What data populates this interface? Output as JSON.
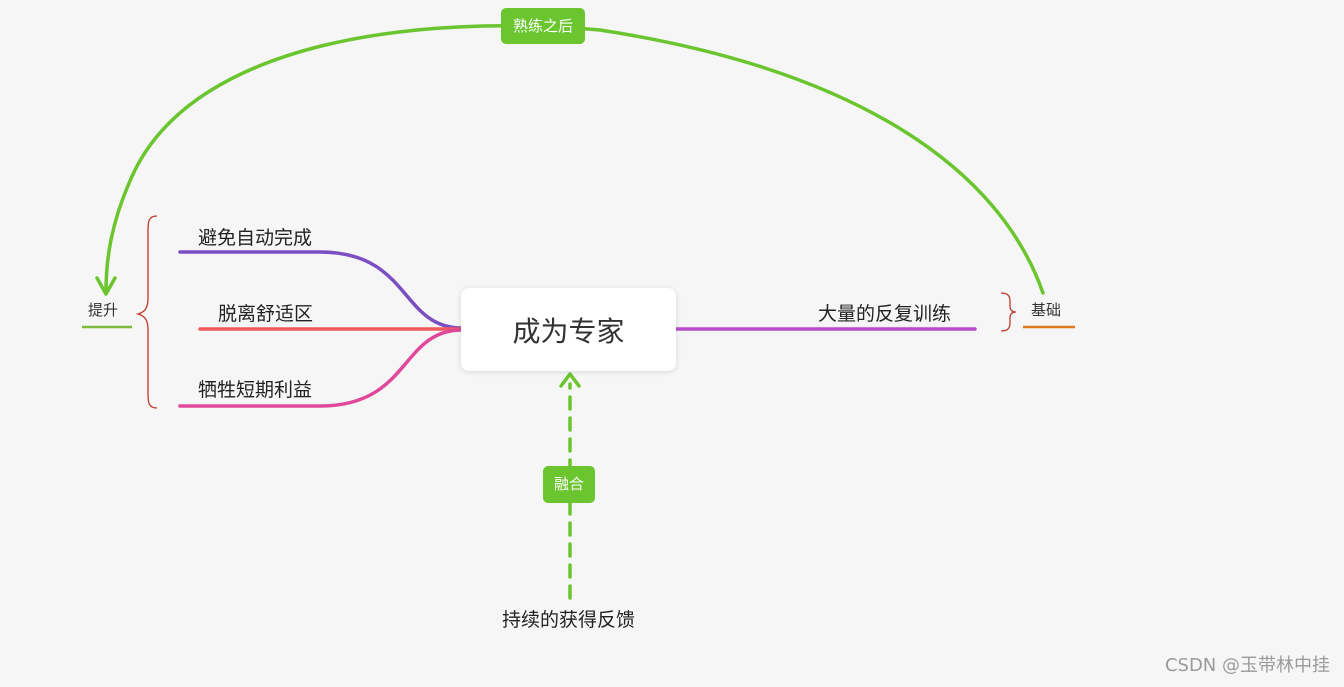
{
  "center": {
    "label": "成为专家"
  },
  "branches_left": [
    {
      "label": "避免自动完成",
      "color": "#7b4ec2"
    },
    {
      "label": "脱离舒适区",
      "color": "#f05a5a"
    },
    {
      "label": "牺牲短期利益",
      "color": "#e0489a"
    }
  ],
  "branch_right": {
    "label": "大量的反复训练",
    "color": "#b84ccc"
  },
  "group_left": {
    "label": "提升",
    "underline_color": "#7dba3a"
  },
  "group_right": {
    "label": "基础",
    "underline_color": "#e07a22"
  },
  "relations": {
    "top_arc": {
      "label": "熟练之后",
      "color": "#6ac52e"
    },
    "bottom_dashed": {
      "label": "融合",
      "color": "#6ac52e"
    }
  },
  "bottom_node": {
    "label": "持续的获得反馈"
  },
  "brace_color": "#c0392b",
  "watermark": "CSDN @玉带林中挂"
}
